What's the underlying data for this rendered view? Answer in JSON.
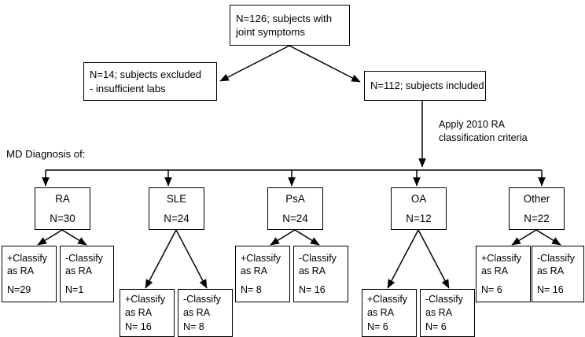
{
  "diagram": {
    "title_note": "MD Diagnosis of:",
    "apply_note_line1": "Apply 2010 RA",
    "apply_note_line2": "classification criteria",
    "top": {
      "line1": "N=126; subjects with",
      "line2": "joint symptoms"
    },
    "excluded": {
      "line1": "N=14; subjects excluded",
      "line2": "- insufficient labs"
    },
    "included": {
      "line1": "N=112; subjects included"
    },
    "groups": [
      {
        "name": "RA",
        "count": "N=30",
        "children": [
          {
            "line1": "+Classify",
            "line2": "as RA",
            "count": "N=29"
          },
          {
            "line1": "-Classify",
            "line2": "as RA",
            "count": "N=1"
          }
        ]
      },
      {
        "name": "SLE",
        "count": "N=24",
        "children": [
          {
            "line1": "+Classify",
            "line2": "as RA",
            "count": "N= 16"
          },
          {
            "line1": "-Classify",
            "line2": "as RA",
            "count": "N= 8"
          }
        ]
      },
      {
        "name": "PsA",
        "count": "N=24",
        "children": [
          {
            "line1": "+Classify",
            "line2": "as RA",
            "count": "N= 8"
          },
          {
            "line1": "-Classify",
            "line2": "as RA",
            "count": "N= 16"
          }
        ]
      },
      {
        "name": "OA",
        "count": "N=12",
        "children": [
          {
            "line1": "+Classify",
            "line2": "as RA",
            "count": "N= 6"
          },
          {
            "line1": "-Classify",
            "line2": "as RA",
            "count": "N= 6"
          }
        ]
      },
      {
        "name": "Other",
        "count": "N=22",
        "children": [
          {
            "line1": "+Classify",
            "line2": "as RA",
            "count": "N= 6"
          },
          {
            "line1": "-Classify",
            "line2": "as RA",
            "count": "N= 16"
          }
        ]
      }
    ],
    "colors": {
      "stroke": "#000000",
      "background": "#ffffff"
    }
  }
}
